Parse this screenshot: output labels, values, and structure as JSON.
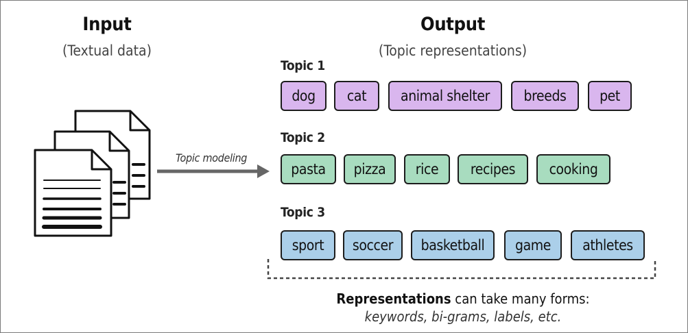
{
  "input": {
    "title": "Input",
    "subtitle": "(Textual data)"
  },
  "output": {
    "title": "Output",
    "subtitle": "(Topic representations)"
  },
  "arrow": {
    "label": "Topic modeling"
  },
  "topics": [
    {
      "name": "Topic 1",
      "words": [
        "dog",
        "cat",
        "animal shelter",
        "breeds",
        "pet"
      ],
      "color": "#d9b6ee"
    },
    {
      "name": "Topic 2",
      "words": [
        "pasta",
        "pizza",
        "rice",
        "recipes",
        "cooking"
      ],
      "color": "#a8dcbf"
    },
    {
      "name": "Topic 3",
      "words": [
        "sport",
        "soccer",
        "basketball",
        "game",
        "athletes"
      ],
      "color": "#abcfe9"
    }
  ],
  "note": {
    "bold": "Representations",
    "rest": " can take many forms:",
    "examples": "keywords, bi-grams, labels, etc."
  },
  "icons": {
    "documents": "document-stack-icon"
  }
}
